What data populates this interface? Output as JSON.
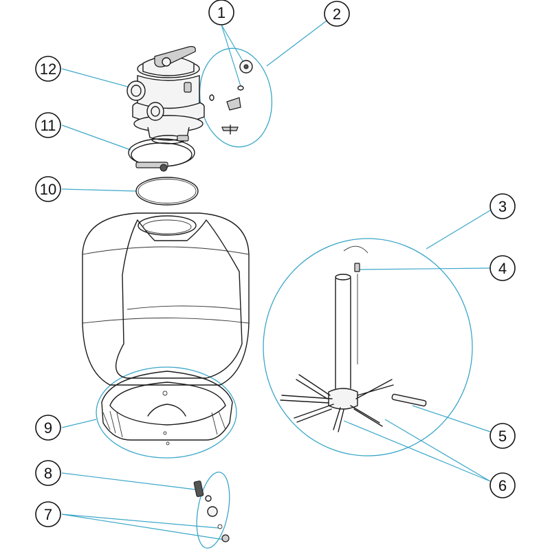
{
  "callouts": [
    {
      "label": "1"
    },
    {
      "label": "2"
    },
    {
      "label": "3"
    },
    {
      "label": "4"
    },
    {
      "label": "5"
    },
    {
      "label": "6"
    },
    {
      "label": "7"
    },
    {
      "label": "8"
    },
    {
      "label": "9"
    },
    {
      "label": "10"
    },
    {
      "label": "11"
    },
    {
      "label": "12"
    }
  ],
  "colors": {
    "leader": "#3aa6c9",
    "outline": "#1a1a1a"
  }
}
